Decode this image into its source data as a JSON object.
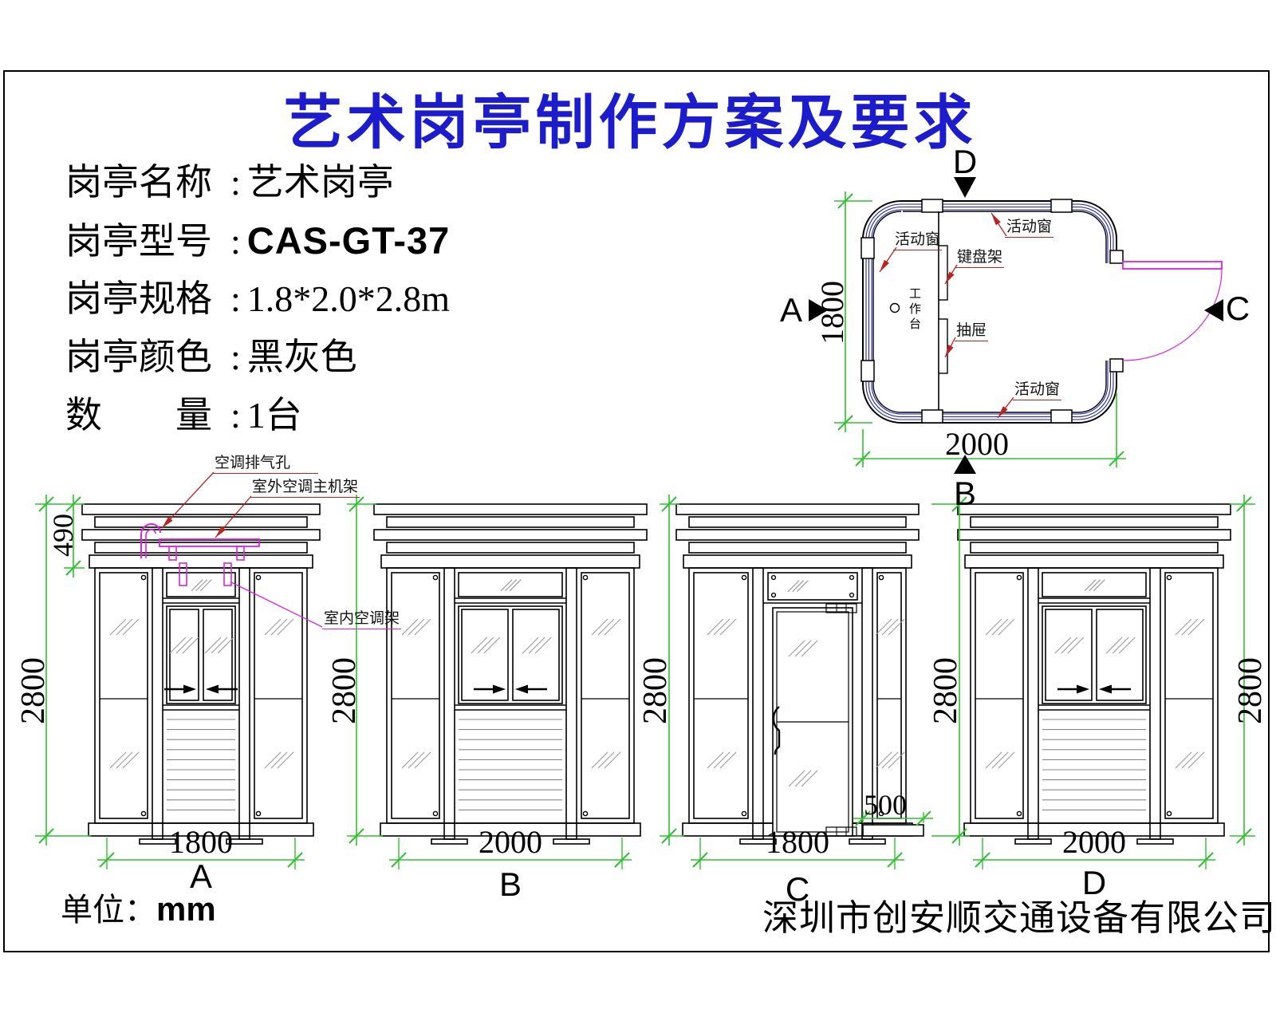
{
  "title": "艺术岗亭制作方案及要求",
  "specs": [
    {
      "label": "岗亭名称",
      "value": "艺术岗亭"
    },
    {
      "label": "岗亭型号",
      "value": "CAS-GT-37"
    },
    {
      "label": "岗亭规格",
      "value": "1.8*2.0*2.8m"
    },
    {
      "label": "岗亭颜色",
      "value": "黑灰色"
    },
    {
      "label": "数　　量",
      "value": "1台"
    }
  ],
  "plan": {
    "view_markers": {
      "top": "D",
      "bottom": "B",
      "left": "A",
      "right": "C"
    },
    "labels": {
      "window_top": "活动窗",
      "window_left": "活动窗",
      "window_bottom": "活动窗",
      "keyboard_rack": "键盘架",
      "drawer": "抽屉",
      "worktable": "工作台"
    },
    "dims": {
      "depth": "1800",
      "width": "2000"
    }
  },
  "elevations": {
    "a": {
      "label": "A",
      "width": "1800",
      "height": "2800",
      "roof": "490"
    },
    "b": {
      "label": "B",
      "width": "2000",
      "height": "2800"
    },
    "c": {
      "label": "C",
      "width": "1800",
      "height": "2800",
      "step": "500"
    },
    "d": {
      "label": "D",
      "width": "2000",
      "height": "2800"
    }
  },
  "annotations": {
    "ac_exhaust": "空调排气孔",
    "ac_outdoor_rack": "室外空调主机架",
    "ac_indoor_rack": "室内空调架"
  },
  "footer": {
    "unit_label": "单位：",
    "unit_value": "mm",
    "company": "深圳市创安顺交通设备有限公司"
  },
  "colors": {
    "title_blue": "#1c1ccc",
    "dimension_green": "#2fc12f",
    "leader_red": "#bb2222",
    "accent_magenta": "#dd22dd",
    "window_blue": "#2222aa"
  }
}
